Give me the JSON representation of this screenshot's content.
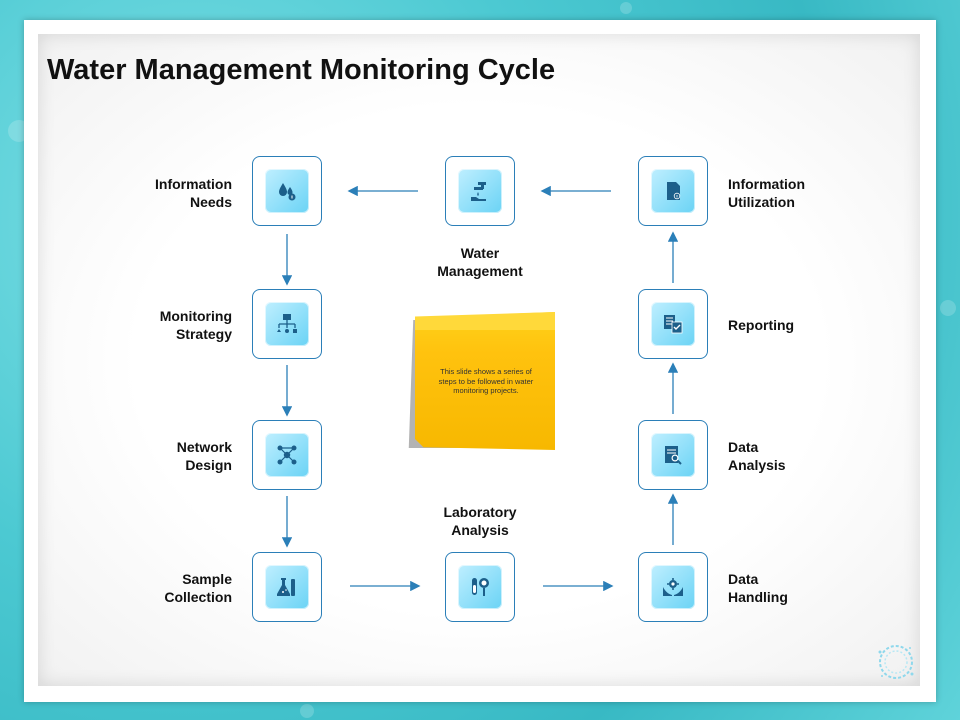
{
  "title": "Water Management Monitoring Cycle",
  "note": "This slide shows a series of steps to be followed in water monitoring projects.",
  "nodes": {
    "information_needs": {
      "label": "Information\nNeeds",
      "icon": "water-drops-icon"
    },
    "water_management": {
      "label": "Water\nManagement",
      "icon": "tap-hand-icon"
    },
    "information_utilization": {
      "label": "Information\nUtilization",
      "icon": "document-info-icon"
    },
    "monitoring_strategy": {
      "label": "Monitoring\nStrategy",
      "icon": "hierarchy-icon"
    },
    "reporting": {
      "label": "Reporting",
      "icon": "report-check-icon"
    },
    "network_design": {
      "label": "Network\nDesign",
      "icon": "network-icon"
    },
    "data_analysis": {
      "label": "Data\nAnalysis",
      "icon": "document-search-icon"
    },
    "sample_collection": {
      "label": "Sample\nCollection",
      "icon": "lab-flask-icon"
    },
    "laboratory_analysis": {
      "label": "Laboratory\nAnalysis",
      "icon": "test-tube-icon"
    },
    "data_handling": {
      "label": "Data\nHandling",
      "icon": "hands-gear-icon"
    }
  },
  "colors": {
    "accent": "#2b7fb8",
    "tile": "#6ad3f5",
    "note": "#ffc20e",
    "background": "#4cc9d2"
  }
}
